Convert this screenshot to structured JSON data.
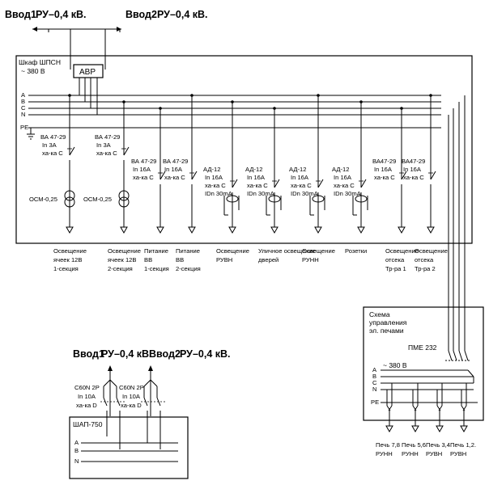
{
  "top": {
    "input1_label": "Ввод1",
    "input1_supply": "РУ–0,4 кВ.",
    "input2_label": "Ввод2",
    "input2_supply": "РУ–0,4 кВ.",
    "cabinet_title": "Шкаф ШПСН",
    "cabinet_voltage": "~ 380 В",
    "transfer_switch": "АВР",
    "buses": [
      "A",
      "B",
      "C",
      "N",
      "PE"
    ],
    "breakers": [
      {
        "lines": [
          "ВА 47-29",
          "In 3A",
          "ха-ка С"
        ],
        "transformer": "ОСМ-0,25",
        "caption": [
          "Освещение",
          "ячеек 12В",
          "1-секция"
        ]
      },
      {
        "lines": [
          "ВА 47-29",
          "In 3A",
          "ха-ка С"
        ],
        "transformer": "ОСМ-0,25",
        "caption": [
          "Освещение",
          "ячеек 12В",
          "2-секция"
        ]
      },
      {
        "lines": [
          "ВА 47-29",
          "In 16A",
          "ха-ка С"
        ],
        "caption": [
          "Питание",
          "ВВ",
          "1-секция"
        ]
      },
      {
        "lines": [
          "ВА 47-29",
          "In 16A",
          "ха-ка С"
        ],
        "caption": [
          "Питание",
          "ВВ",
          "2-секция"
        ]
      },
      {
        "lines": [
          "АД-12",
          "In 16A",
          "ха-ка С",
          "IDn 30mA"
        ],
        "caption": [
          "Освещение",
          "РУВН"
        ]
      },
      {
        "lines": [
          "АД-12",
          "In 16A",
          "ха-ка С",
          "IDn 30mA"
        ],
        "caption": [
          "Уличное освещение",
          "дверей"
        ]
      },
      {
        "lines": [
          "АД-12",
          "In 16A",
          "ха-ка С",
          "IDn 30mA"
        ],
        "caption": [
          "Освещение",
          "РУНН"
        ]
      },
      {
        "lines": [
          "АД-12",
          "In 16A",
          "ха-ка С",
          "IDn 30mA"
        ],
        "caption": [
          "Розетки"
        ]
      },
      {
        "lines": [
          "ВА47-29",
          "In 16A",
          "ха-ка С"
        ],
        "caption": [
          "Освещение",
          "отсека",
          "Тр-ра 1"
        ]
      },
      {
        "lines": [
          "ВА47-29",
          "In 16A",
          "ха-ка С"
        ],
        "caption": [
          "Освещение",
          "отсека",
          "Тр-ра 2"
        ]
      }
    ]
  },
  "furnace": {
    "title": [
      "Схема",
      "управления",
      "эл. печами"
    ],
    "model": "ПМЕ 232",
    "voltage": "~ 380 В",
    "buses": [
      "A",
      "B",
      "C",
      "N",
      "PE"
    ],
    "outputs": [
      [
        "Печь 7,8",
        "РУНН"
      ],
      [
        "Печь 5,6",
        "РУНН"
      ],
      [
        "Печь 3,4",
        "РУВН"
      ],
      [
        "Печь 1,2.",
        "РУВН"
      ]
    ]
  },
  "bottom": {
    "input1_label": "Ввод1",
    "input1_supply": "РУ–0,4 кВ.",
    "input2_label": "Ввод2",
    "input2_supply": "РУ–0,4 кВ.",
    "breakers": [
      {
        "lines": [
          "C60N 2P",
          "In 10A",
          "ха-ка D"
        ]
      },
      {
        "lines": [
          "C60N 2P",
          "In 10A",
          "ха-ка D"
        ]
      }
    ],
    "panel_title": "ШАП-750",
    "buses": [
      "A",
      "B",
      "N"
    ]
  }
}
